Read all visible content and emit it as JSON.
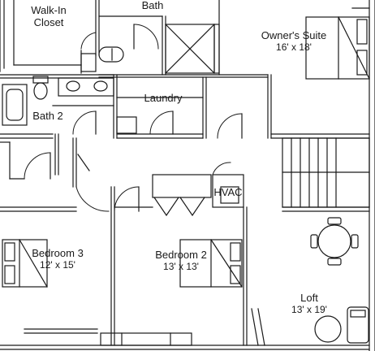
{
  "rooms": {
    "walk_in_closet": {
      "name_line1": "Walk-In",
      "name_line2": "Closet"
    },
    "bath": {
      "name": "Bath"
    },
    "owners_suite": {
      "name": "Owner's Suite",
      "size": "16' x 18'"
    },
    "bath_2": {
      "name": "Bath 2"
    },
    "laundry": {
      "name": "Laundry"
    },
    "hvac": {
      "name": "HVAC"
    },
    "bedroom_3": {
      "name": "Bedroom 3",
      "size": "12' x 15'"
    },
    "bedroom_2": {
      "name": "Bedroom 2",
      "size": "13' x 13'"
    },
    "loft": {
      "name": "Loft",
      "size": "13' x 19'"
    }
  },
  "colors": {
    "wall": "#1a1a1a",
    "background": "#ffffff"
  },
  "icons": [
    "bed-icon",
    "toilet-icon",
    "sink-icon",
    "bathtub-icon",
    "shower-icon",
    "stairs-icon",
    "table-icon",
    "chair-icon",
    "washer-icon",
    "door-icon"
  ]
}
